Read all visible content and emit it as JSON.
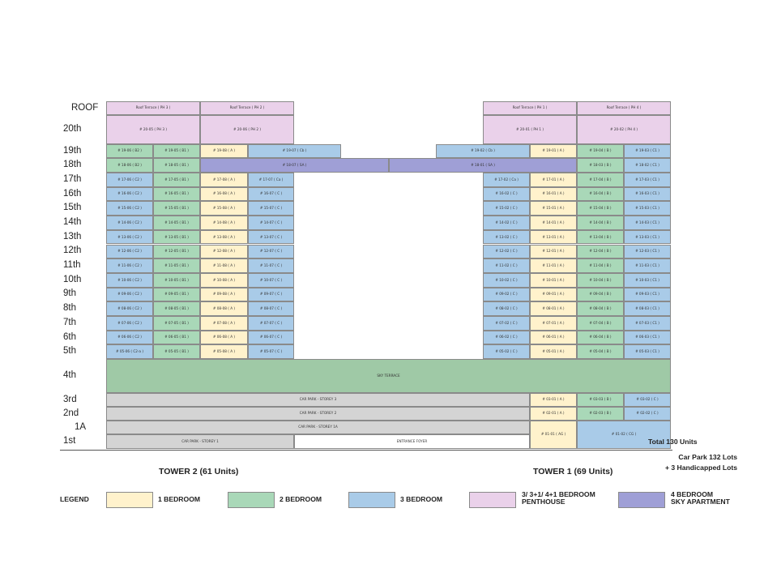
{
  "floors": [
    "ROOF",
    "20th",
    "19th",
    "18th",
    "17th",
    "16th",
    "15th",
    "14th",
    "13th",
    "12th",
    "11th",
    "10th",
    "9th",
    "8th",
    "7th",
    "6th",
    "5th",
    "4th",
    "3rd",
    "2nd",
    "1A",
    "1st"
  ],
  "towers": {
    "tower2": "TOWER 2  (61 Units)",
    "tower1": "TOWER 1  (69 Units)"
  },
  "totals": {
    "units": "Total 130 Units",
    "carpark_line1": "Car Park 132 Lots",
    "carpark_line2": "+ 3 Handicapped Lots"
  },
  "legend": {
    "title": "LEGEND",
    "items": [
      {
        "key": "1b",
        "label": "1 BEDROOM",
        "color": "#fff2cc"
      },
      {
        "key": "2b",
        "label": "2 BEDROOM",
        "color": "#a9d8b8"
      },
      {
        "key": "3b",
        "label": "3 BEDROOM",
        "color": "#a9cbe8"
      },
      {
        "key": "ph",
        "label": "3/ 3+1/ 4+1 BEDROOM\nPENTHOUSE",
        "color": "#ead1ea"
      },
      {
        "key": "sky",
        "label": "4 BEDROOM\nSKY APARTMENT",
        "color": "#9f9fd6"
      }
    ]
  },
  "colors": {
    "1b": "#fff2cc",
    "2b": "#a9d8b8",
    "3b": "#a9cbe8",
    "ph": "#ead1ea",
    "sky": "#9f9fd6",
    "terrace": "#9fc9a6",
    "carpark": "#d4d4d4"
  },
  "units": {
    "roof": [
      "Roof Terrace ( PH 3 )",
      "Roof Terrace ( PH 2 )",
      "Roof Terrace ( PH 1 )",
      "Roof Terrace ( PH 4 )"
    ],
    "f20": [
      "# 20-05 ( PH 3 )",
      "# 20-06 ( PH 2 )",
      "# 20-01 ( PH 1 )",
      "# 20-02 ( PH 4 )"
    ],
    "f19": [
      "# 19-06 ( B2 )",
      "# 19-05 ( B1 )",
      "# 19-08 ( A )",
      "# 19-07 ( Cb )",
      "# 19-02 ( Cb )",
      "# 19-01 ( A )",
      "# 19-04 ( B )",
      "# 19-03 ( C1 )"
    ],
    "f18": [
      "# 18-06 ( B2 )",
      "# 18-05 ( B1 )",
      "# 18-07 ( SA )",
      "# 18-01 ( SA )",
      "# 18-03 ( B )",
      "# 18-02 ( C1 )"
    ],
    "f17": [
      "# 17-06 ( C2 )",
      "# 17-05 ( B1 )",
      "# 17-08 ( A )",
      "# 17-07 ( Ca )",
      "# 17-02 ( Ca )",
      "# 17-01 ( A )",
      "# 17-04 ( B )",
      "# 17-03 ( C1 )"
    ],
    "f16": [
      "# 16-06 ( C2 )",
      "# 16-05 ( B1 )",
      "# 16-08 ( A )",
      "# 16-07 ( C )",
      "# 16-02 ( C )",
      "# 16-01 ( A )",
      "# 16-04 ( B )",
      "# 16-03 ( C1 )"
    ],
    "f15": [
      "# 15-06 ( C2 )",
      "# 15-05 ( B1 )",
      "# 15-08 ( A )",
      "# 15-07 ( C )",
      "# 15-02 ( C )",
      "# 15-01 ( A )",
      "# 15-04 ( B )",
      "# 15-03 ( C1 )"
    ],
    "f14": [
      "# 14-06 ( C2 )",
      "# 14-05 ( B1 )",
      "# 14-08 ( A )",
      "# 14-07 ( C )",
      "# 14-02 ( C )",
      "# 14-01 ( A )",
      "# 14-04 ( B )",
      "# 14-03 ( C1 )"
    ],
    "f13": [
      "# 13-06 ( C2 )",
      "# 13-05 ( B1 )",
      "# 13-08 ( A )",
      "# 13-07 ( C )",
      "# 13-02 ( C )",
      "# 13-01 ( A )",
      "# 13-04 ( B )",
      "# 13-03 ( C1 )"
    ],
    "f12": [
      "# 12-06 ( C2 )",
      "# 12-05 ( B1 )",
      "# 12-08 ( A )",
      "# 12-07 ( C )",
      "# 12-02 ( C )",
      "# 12-01 ( A )",
      "# 12-04 ( B )",
      "# 12-03 ( C1 )"
    ],
    "f11": [
      "# 11-06 ( C2 )",
      "# 11-05 ( B1 )",
      "# 11-08 ( A )",
      "# 11-07 ( C )",
      "# 11-02 ( C )",
      "# 11-01 ( A )",
      "# 11-04 ( B )",
      "# 11-03 ( C1 )"
    ],
    "f10": [
      "# 10-06 ( C2 )",
      "# 10-05 ( B1 )",
      "# 10-08 ( A )",
      "# 10-07 ( C )",
      "# 10-02 ( C )",
      "# 10-01 ( A )",
      "# 10-04 ( B )",
      "# 10-03 ( C1 )"
    ],
    "f9": [
      "# 09-06 ( C2 )",
      "# 09-05 ( B1 )",
      "# 09-08 ( A )",
      "# 09-07 ( C )",
      "# 09-02 ( C )",
      "# 09-01 ( A )",
      "# 09-04 ( B )",
      "# 09-03 ( C1 )"
    ],
    "f8": [
      "# 08-06 ( C2 )",
      "# 08-05 ( B1 )",
      "# 08-08 ( A )",
      "# 08-07 ( C )",
      "# 08-02 ( C )",
      "# 08-01 ( A )",
      "# 08-04 ( B )",
      "# 08-03 ( C1 )"
    ],
    "f7": [
      "# 07-06 ( C2 )",
      "# 07-05 ( B1 )",
      "# 07-08 ( A )",
      "# 07-07 ( C )",
      "# 07-02 ( C )",
      "# 07-01 ( A )",
      "# 07-04 ( B )",
      "# 07-03 ( C1 )"
    ],
    "f6": [
      "# 06-06 ( C2 )",
      "# 06-05 ( B1 )",
      "# 06-08 ( A )",
      "# 06-07 ( C )",
      "# 06-02 ( C )",
      "# 06-01 ( A )",
      "# 06-04 ( B )",
      "# 06-03 ( C1 )"
    ],
    "f5": [
      "# 05-06 ( C2-a )",
      "# 05-05 ( B1 )",
      "# 05-08 ( A )",
      "# 05-07 ( C )",
      "# 05-02 ( C )",
      "# 05-01 ( A )",
      "# 05-04 ( B )",
      "# 05-03 ( C1 )"
    ],
    "f4": "SKY TERRACE",
    "f3": [
      "CAR PARK - STOREY 3",
      "# 03-01 ( A )",
      "# 03-03 ( B )",
      "# 03-02 ( C )"
    ],
    "f2": [
      "CAR PARK - STOREY 2",
      "# 02-01 ( A )",
      "# 02-03 ( B )",
      "# 02-02 ( C )"
    ],
    "f1a": "CAR PARK - STOREY 1A",
    "f1": [
      "CAR PARK - STOREY 1",
      "ENTRANCE FOYER",
      "# 01-01 ( AG )",
      "# 01-02 ( CG )"
    ]
  }
}
